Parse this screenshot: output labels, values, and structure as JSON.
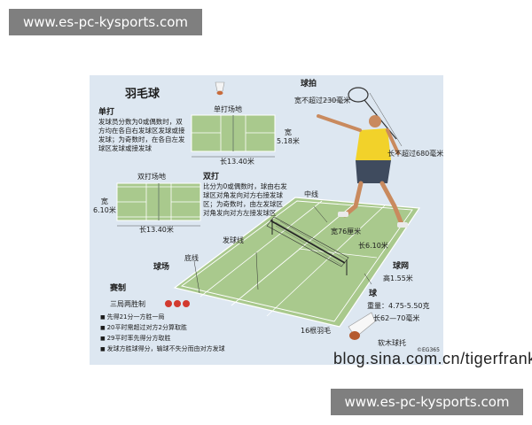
{
  "banners": {
    "top": "www.es-pc-kysports.com",
    "bottom": "www.es-pc-kysports.com"
  },
  "figure": {
    "title": "羽毛球",
    "singles": {
      "heading": "单打",
      "text": "发球员分数为0或偶数时，双方均在各自右发球区发球或接发球；为奇数时，在各自左发球区发球或接发球",
      "court_label": "单打场地",
      "width_label": "宽\n5.18米",
      "length_label": "长13.40米"
    },
    "doubles": {
      "heading": "双打",
      "text": "比分为0或偶数时，球由右发球区对角发向对方右接发球区；为奇数时，由左发球区对角发向对方左接发球区",
      "court_label": "双打场地",
      "width_label": "宽\n6.10米",
      "length_label": "长13.40米"
    },
    "racket": {
      "heading": "球拍",
      "width_label": "宽不超过230毫米",
      "length_label": "长不超过680毫米"
    },
    "court_3d": {
      "centerline": "中线",
      "serve_line": "发球线",
      "baseline": "底线",
      "court": "球场",
      "net": "球网",
      "net_height": "高1.55米",
      "net_width": "宽76厘米",
      "net_length": "长6.10米"
    },
    "shuttle": {
      "heading": "球",
      "weight": "重量：4.75-5.50克",
      "length": "长62—70毫米",
      "feathers": "16根羽毛",
      "base": "软木球托"
    },
    "rules": {
      "heading": "赛制",
      "format": "三局两胜制",
      "items": [
        "先得21分一方胜一局",
        "20平时需超过对方2分算取胜",
        "29平时率先得分方取胜",
        "发球方胜球得分，输球不失分而由对方发球"
      ]
    },
    "credit": "©EG365",
    "watermark": "blog.sina.com.cn/tigerfrank"
  },
  "colors": {
    "banner_bg": "#7f7f7f",
    "figure_bg": "#dde7f1",
    "court_green": "#a9c98d",
    "court_line": "#ffffff",
    "shirt_yellow": "#f2d22a"
  }
}
